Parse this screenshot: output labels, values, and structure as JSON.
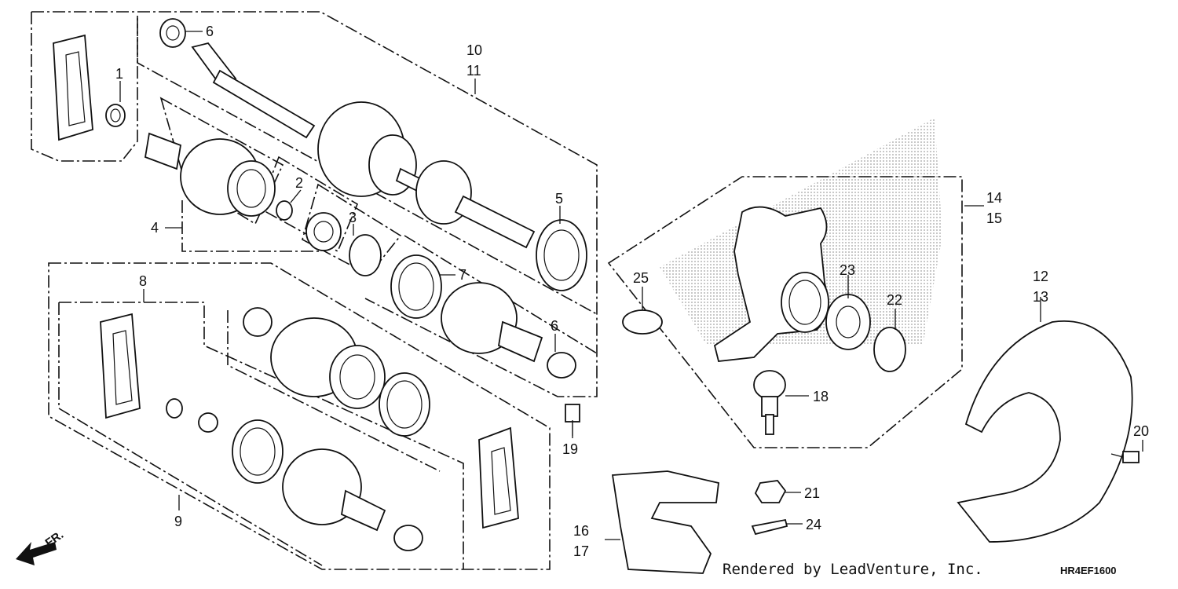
{
  "diagram": {
    "credit": "Rendered by LeadVenture, Inc.",
    "diagram_code": "HR4EF1600",
    "direction_label": "FR.",
    "callouts": [
      "1",
      "2",
      "3",
      "4",
      "5",
      "6",
      "6",
      "7",
      "8",
      "9",
      "10",
      "11",
      "12",
      "13",
      "14",
      "15",
      "16",
      "17",
      "18",
      "19",
      "20",
      "21",
      "22",
      "23",
      "24",
      "25"
    ]
  }
}
